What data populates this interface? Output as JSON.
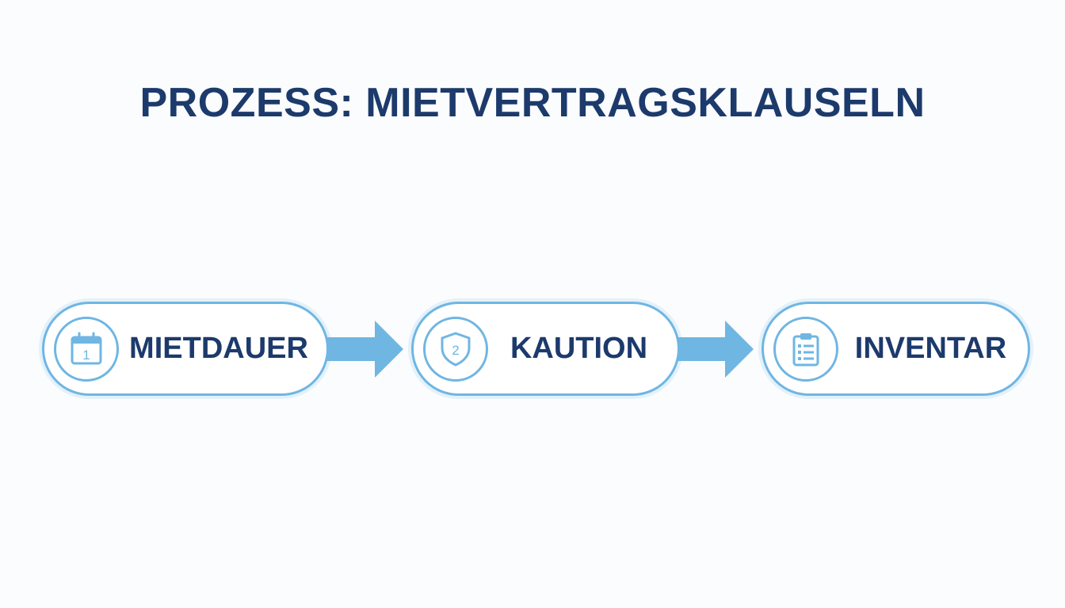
{
  "diagram": {
    "title": "PROZESS: MIETVERTRAGSKLAUSELN",
    "colors": {
      "title": "#1c3a6b",
      "accent": "#6fb6e3",
      "label": "#1c3a6b"
    },
    "steps": [
      {
        "label": "MIETDAUER",
        "icon": "calendar-icon",
        "badge": "1"
      },
      {
        "label": "KAUTION",
        "icon": "shield-icon",
        "badge": "2"
      },
      {
        "label": "INVENTAR",
        "icon": "clipboard-checklist-icon"
      }
    ],
    "connectors": [
      {
        "icon": "arrow-right-icon"
      },
      {
        "icon": "arrow-right-icon"
      }
    ]
  }
}
